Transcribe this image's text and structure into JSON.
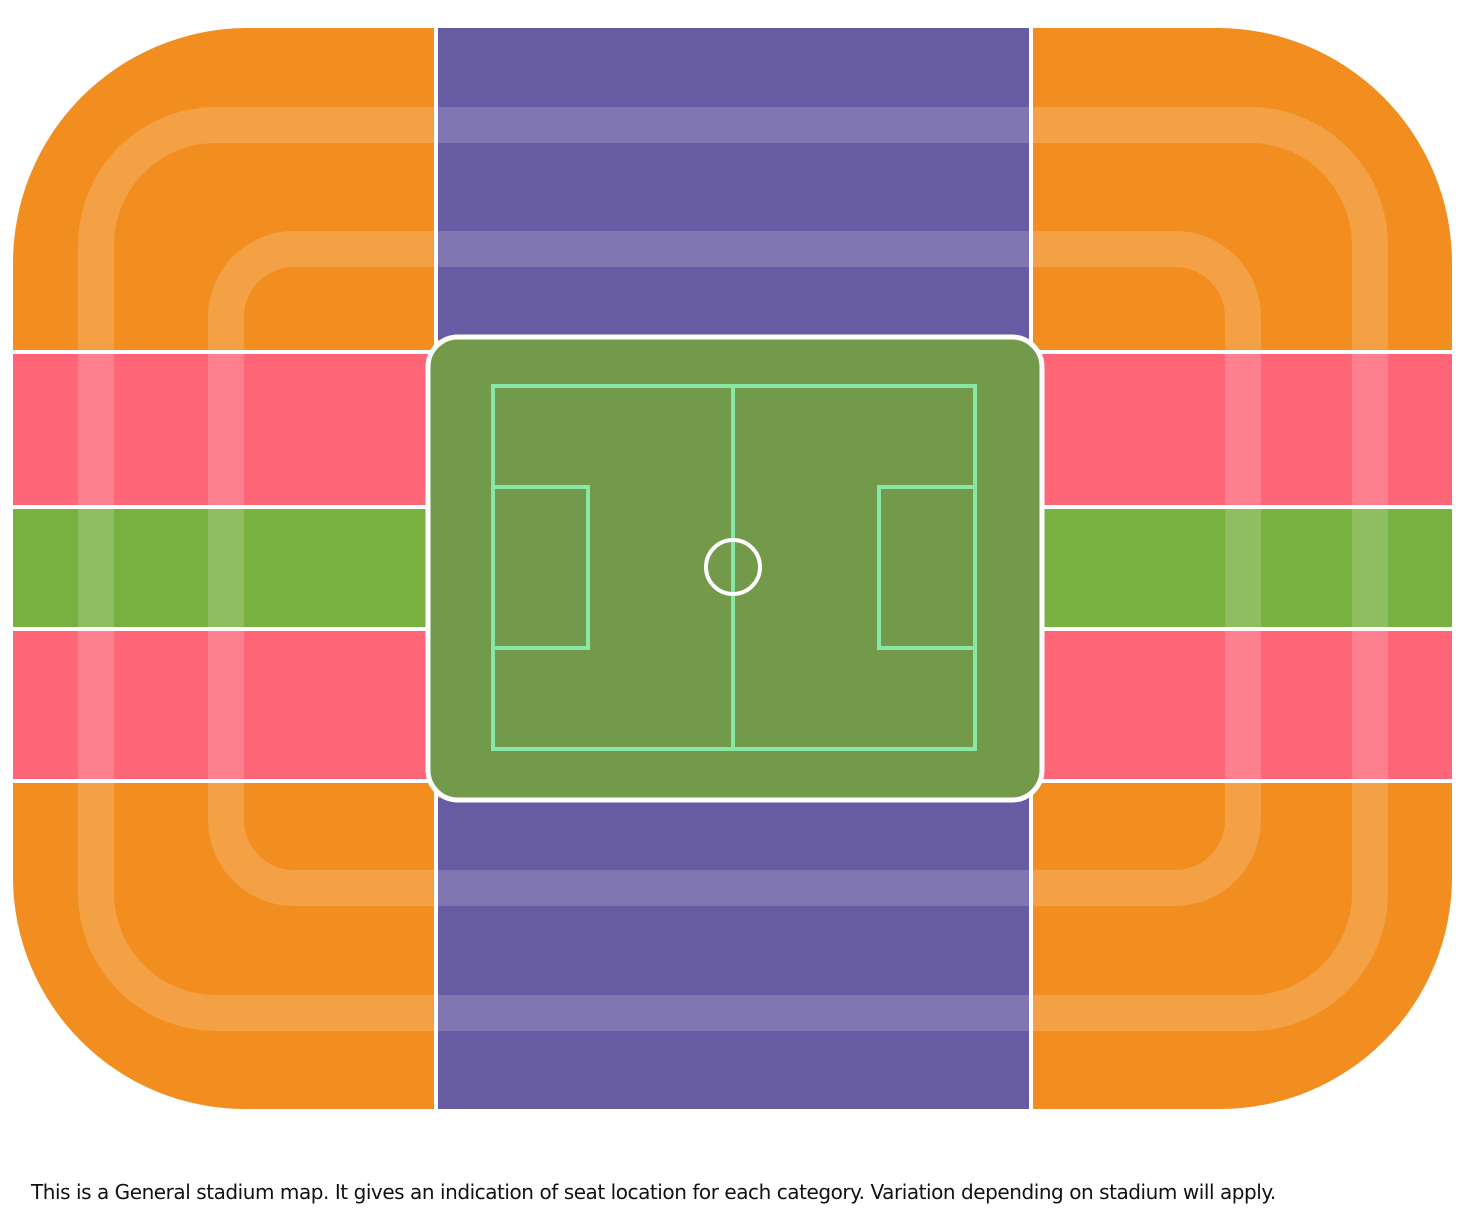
{
  "map": {
    "type": "stadium-seating-map",
    "categories": [
      {
        "zone": "long-side-stands",
        "color": "#675ba3"
      },
      {
        "zone": "corner-stands",
        "color": "#f18e1f"
      },
      {
        "zone": "end-stand-outer",
        "color": "#fe6577"
      },
      {
        "zone": "end-stand-center",
        "color": "#78b140"
      }
    ],
    "pitch_color": "#73994b",
    "pitch_line_color": "#88e7a6"
  },
  "caption": "This is a General stadium map. It gives an indication of seat location for each category. Variation depending on stadium will apply."
}
